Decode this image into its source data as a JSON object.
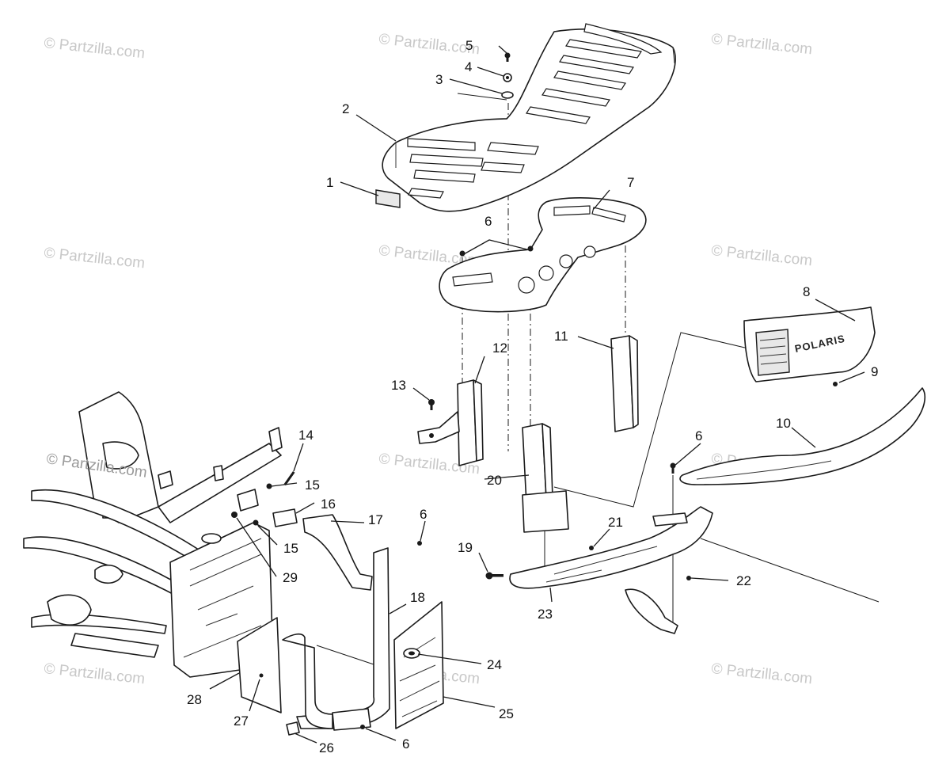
{
  "watermark": "© Partzilla.com",
  "grille_logo": "POLARIS",
  "callouts": {
    "c1": "1",
    "c2": "2",
    "c3": "3",
    "c4": "4",
    "c5": "5",
    "c6a": "6",
    "c6b": "6",
    "c6c": "6",
    "c6d": "6",
    "c7": "7",
    "c8": "8",
    "c9": "9",
    "c10": "10",
    "c11": "11",
    "c12": "12",
    "c13": "13",
    "c14": "14",
    "c15a": "15",
    "c15b": "15",
    "c16": "16",
    "c17": "17",
    "c18": "18",
    "c19": "19",
    "c20": "20",
    "c21": "21",
    "c22": "22",
    "c23": "23",
    "c24": "24",
    "c25": "25",
    "c26": "26",
    "c27": "27",
    "c28": "28",
    "c29": "29"
  }
}
